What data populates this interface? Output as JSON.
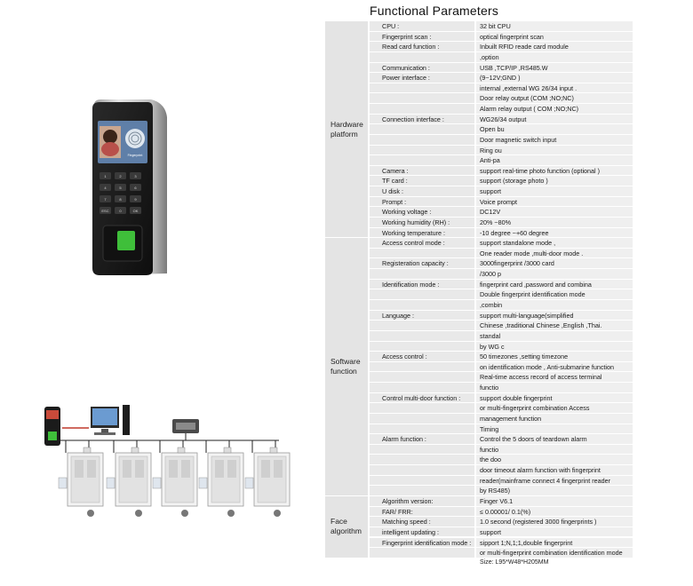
{
  "title": "Functional  Parameters",
  "sections": [
    {
      "name_lines": [
        "Hardware",
        "platform"
      ],
      "rows": [
        [
          "CPU :",
          "32 bit CPU"
        ],
        [
          "Fingerprint scan :",
          "optical fingerprint scan"
        ],
        [
          "Read card function :",
          "Inbuilt RFID reade card module"
        ],
        [
          "",
          ",option"
        ],
        [
          "Communication :",
          "USB ,TCP/IP ,RS485.W"
        ],
        [
          "Power interface :",
          "(9~12V;GND )"
        ],
        [
          "",
          " internal ,external WG 26/34 input ."
        ],
        [
          "",
          " Door relay output (COM ;NO;NC)"
        ],
        [
          "",
          " Alarm relay output ( COM ;NO;NC)"
        ],
        [
          "Connection interface :",
          "WG26/34 output"
        ],
        [
          "",
          "Open bu"
        ],
        [
          "",
          "Door magnetic switch input"
        ],
        [
          "",
          "Ring ou"
        ],
        [
          "",
          "Anti-pa"
        ],
        [
          "Camera :",
          " support real-time photo function (optional )"
        ],
        [
          "TF card :",
          "support (storage photo )"
        ],
        [
          "U disk :",
          " support"
        ],
        [
          "Prompt :",
          "Voice prompt"
        ],
        [
          "Working voltage :",
          "DC12V"
        ],
        [
          "Working humidity (RH) :",
          " 20% ~80%"
        ],
        [
          "Working temperature :",
          " -10 degree ~+60 degree"
        ]
      ]
    },
    {
      "name_lines": [
        "Software",
        "function"
      ],
      "rows": [
        [
          "Access control mode :",
          "support standalone mode ,"
        ],
        [
          "",
          "One reader mode    ,multi-door mode ."
        ],
        [
          "Registeration capacity :",
          " 3000fingerprint /3000 card"
        ],
        [
          "",
          " /3000 p"
        ],
        [
          "Identification mode :",
          "fingerprint card ,password and combina"
        ],
        [
          "",
          "Double fingerprint identification mode"
        ],
        [
          "",
          ",combin"
        ],
        [
          "Language :",
          "support multi-language(simplified"
        ],
        [
          "",
          "Chinese ,traditional Chinese ,English ,Thai."
        ],
        [
          "",
          "standal"
        ],
        [
          "",
          "by WG c"
        ],
        [
          "Access control :",
          "50 timezones ,setting timezone"
        ],
        [
          "",
          "on identification mode , Anti-submarine function"
        ],
        [
          "",
          "Real-time access record of access terminal"
        ],
        [
          "",
          "functio"
        ],
        [
          "Control multi-door function :",
          " support double fingerprint"
        ],
        [
          "",
          "or multi-fingerprint combination Access"
        ],
        [
          "",
          "management function"
        ],
        [
          "",
          "Timing"
        ],
        [
          "Alarm function :",
          " Control the 5 doors of teardown alarm"
        ],
        [
          "",
          "functio"
        ],
        [
          "",
          "the doo"
        ],
        [
          "",
          "door timeout alarm function with fingerprint"
        ],
        [
          "",
          "reader(mainframe connect 4 fingerprint reader"
        ],
        [
          "",
          " by RS485)"
        ]
      ]
    },
    {
      "name_lines": [
        "Face",
        "algorithm"
      ],
      "rows": [
        [
          "Algorithm version:",
          "Finger V6.1"
        ],
        [
          "FAR/ FRR:",
          " ≤ 0.00001/ 0.1(%)"
        ],
        [
          "Matching speed :",
          "1.0 second (registered 3000 fingerprints )"
        ],
        [
          "intelligent updating :",
          "support"
        ],
        [
          "Fingerprint identification mode :",
          " sipport 1;N,1;1,double fingerprint"
        ],
        [
          "",
          "or multi-fingerprint  combination identification mode"
        ]
      ]
    }
  ],
  "footer_note": "Size: L95*W48*H205MM",
  "device": {
    "screen_caption": "Fingerprint",
    "keypad_keys": [
      "1",
      "2",
      "3",
      "4",
      "5",
      "6",
      "7",
      "8",
      "9",
      "ESC",
      "0",
      "OK"
    ]
  },
  "colors": {
    "row_label_bg": "#e9e9e9",
    "row_value_bg": "#efefef",
    "section_bg": "#e4e4e4",
    "device_silver": "#c9c9c9",
    "device_black": "#1b1b1b",
    "fingerprint_green": "#3fbf3a",
    "network_line": "#c0392b"
  },
  "icons": [
    "fingerprint-terminal-icon",
    "computer-icon",
    "controller-icon",
    "door-icon"
  ]
}
